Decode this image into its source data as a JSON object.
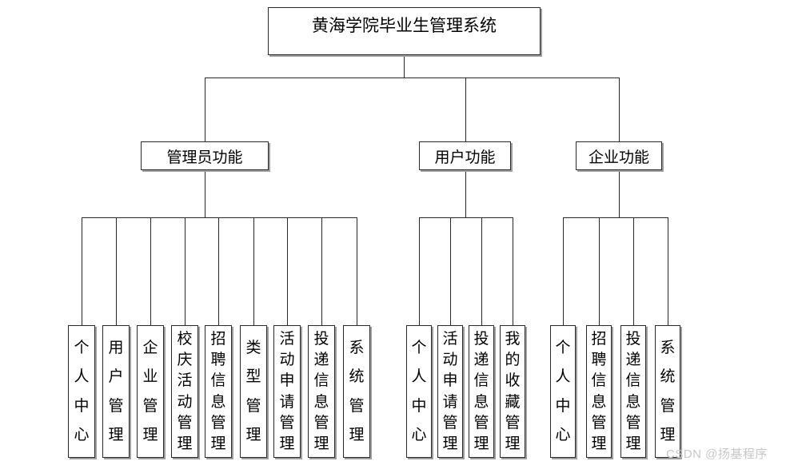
{
  "diagram": {
    "type": "org-tree",
    "root": {
      "label": "黄海学院毕业生管理系统"
    },
    "branches": [
      {
        "label": "管理员功能",
        "children": [
          "个人中心",
          "用户管理",
          "企业管理",
          "校庆活动管理",
          "招聘信息管理",
          "类型管理",
          "活动申请管理",
          "投递信息管理",
          "系统管理"
        ]
      },
      {
        "label": "用户功能",
        "children": [
          "个人中心",
          "活动申请管理",
          "投递信息管理",
          "我的收藏管理"
        ]
      },
      {
        "label": "企业功能",
        "children": [
          "个人中心",
          "招聘信息管理",
          "投递信息管理",
          "系统管理"
        ]
      }
    ]
  },
  "watermark": "CSDN @扬基程序",
  "colors": {
    "background": "#ffffff",
    "line": "#2a2a2a",
    "box_border": "#2a2a2a",
    "box_shadow": "#9e9e9e",
    "text": "#000000",
    "watermark": "#c9c6c6"
  }
}
